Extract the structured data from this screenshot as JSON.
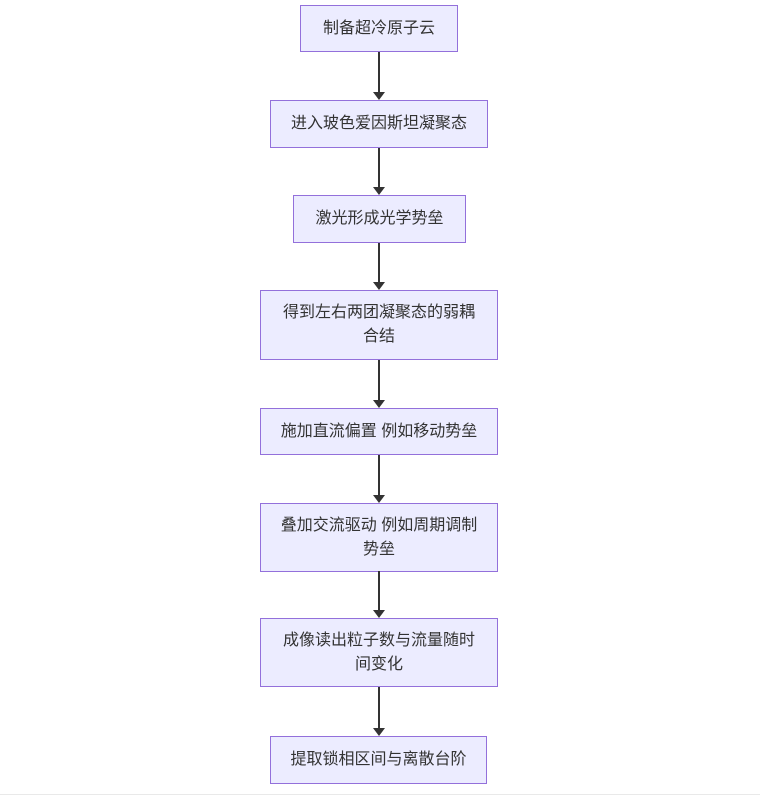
{
  "diagram": {
    "type": "flowchart",
    "direction": "top-down",
    "colors": {
      "node_fill": "#ECECFF",
      "node_border": "#9370DB",
      "text": "#333333",
      "arrow": "#333333",
      "background": "#ffffff"
    },
    "nodes": [
      {
        "label": "制备超冷原子云"
      },
      {
        "label": "进入玻色爱因斯坦凝聚态"
      },
      {
        "label": "激光形成光学势垒"
      },
      {
        "label": "得到左右两团凝聚态的弱耦合结"
      },
      {
        "label": "施加直流偏置 例如移动势垒"
      },
      {
        "label": "叠加交流驱动 例如周期调制势垒"
      },
      {
        "label": "成像读出粒子数与流量随时间变化"
      },
      {
        "label": "提取锁相区间与离散台阶"
      }
    ],
    "edges": [
      {
        "from": 0,
        "to": 1
      },
      {
        "from": 1,
        "to": 2
      },
      {
        "from": 2,
        "to": 3
      },
      {
        "from": 3,
        "to": 4
      },
      {
        "from": 4,
        "to": 5
      },
      {
        "from": 5,
        "to": 6
      },
      {
        "from": 6,
        "to": 7
      }
    ]
  }
}
